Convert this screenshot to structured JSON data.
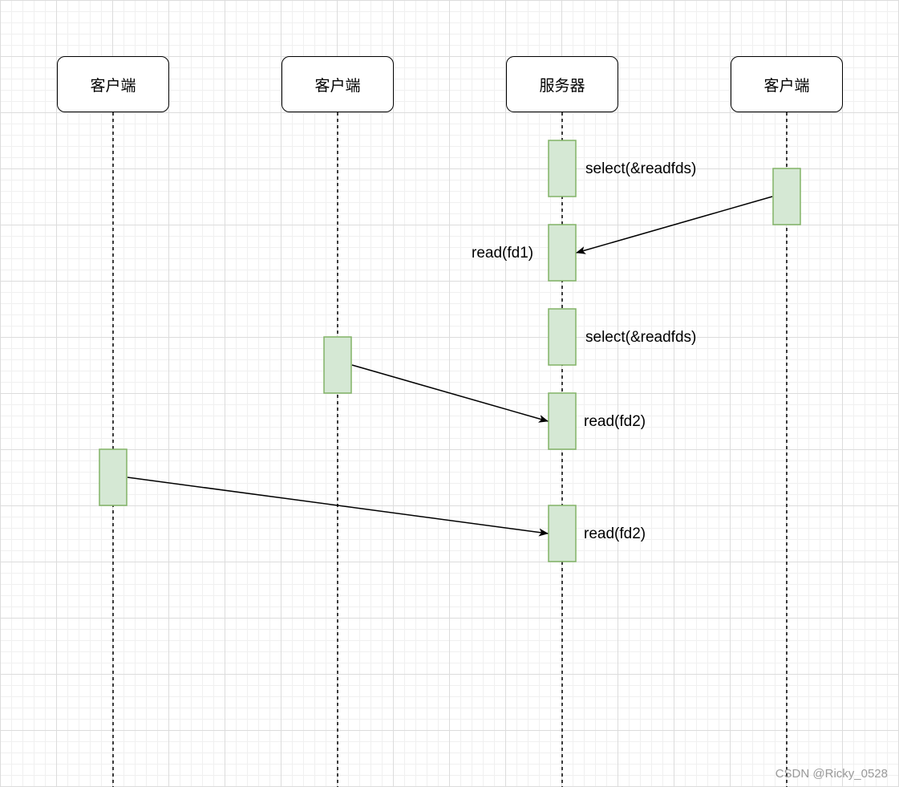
{
  "participants": [
    "客户端",
    "客户端",
    "服务器",
    "客户端"
  ],
  "labels": {
    "select_1": "select(&readfds)",
    "read_fd1": "read(fd1)",
    "select_2": "select(&readfds)",
    "read_fd2_a": "read(fd2)",
    "read_fd2_b": "read(fd2)"
  },
  "colors": {
    "activation_fill": "#d5e8d4",
    "activation_stroke": "#82b366",
    "line": "#000000"
  },
  "watermark": "CSDN @Ricky_0528"
}
